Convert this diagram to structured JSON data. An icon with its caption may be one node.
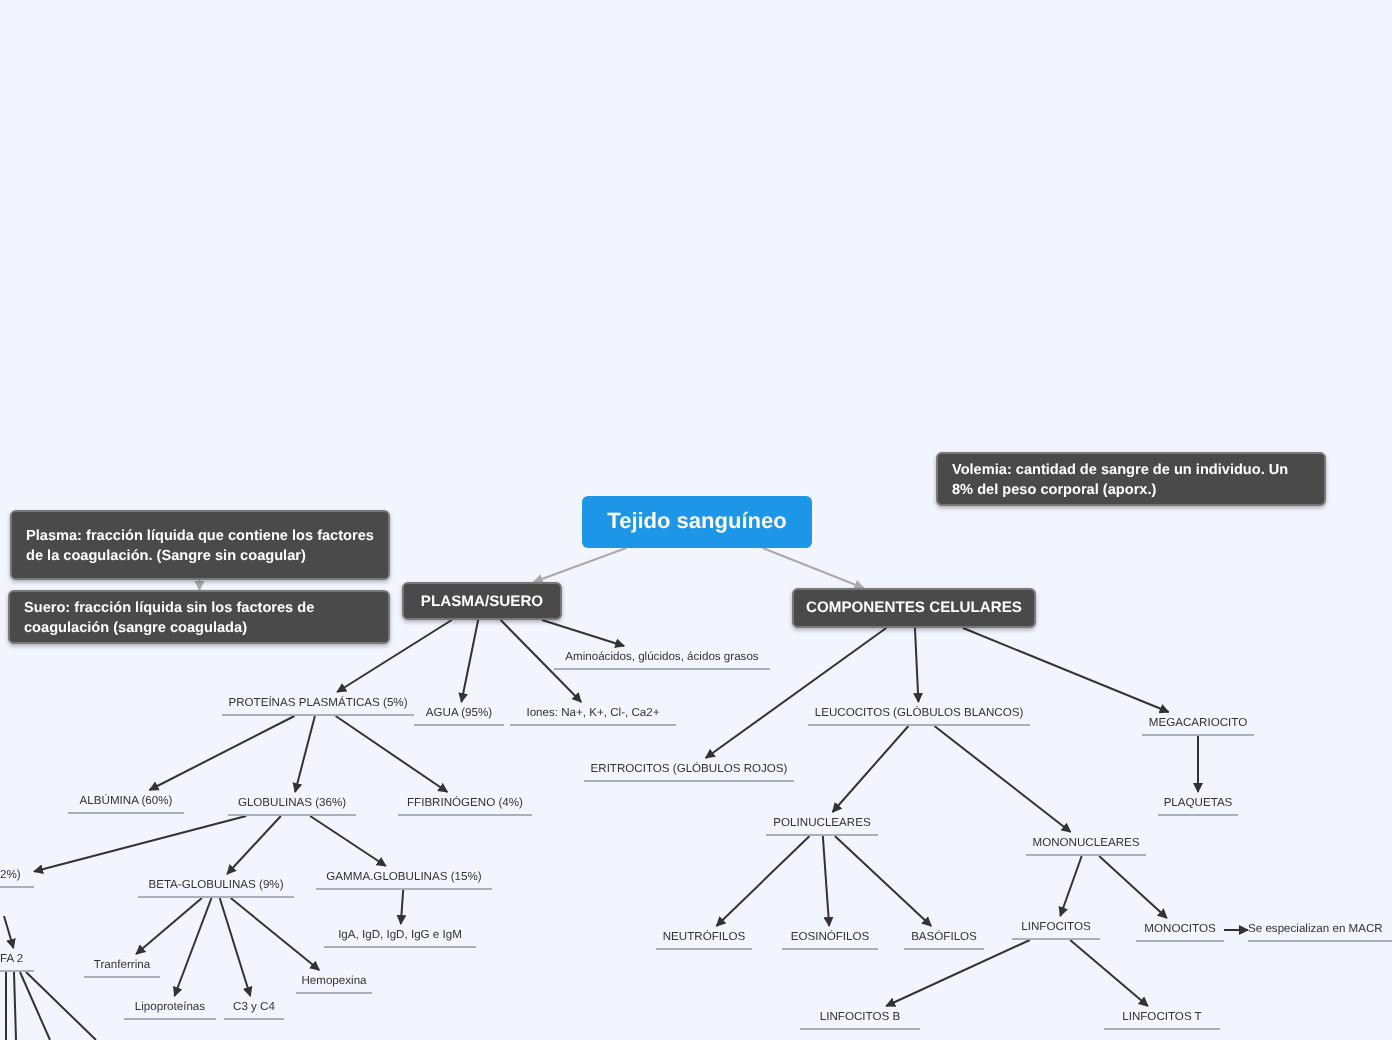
{
  "diagram": {
    "nodes": [
      {
        "text": [
          "Tejido sanguíneo"
        ]
      },
      {
        "text": [
          "Plasma: fracción líquida que contiene los factores de la coagulación. (Sangre sin coagular)"
        ]
      },
      {
        "text": [
          "Suero: fracción líquida sin los factores de coagulación (sangre coagulada)"
        ]
      },
      {
        "text": [
          "Volemia: cantidad de sangre de un individuo. Un 8% del peso corporal (aporx.)"
        ]
      },
      {
        "text": [
          "PLASMA/SUERO"
        ]
      },
      {
        "text": [
          "COMPONENTES CELULARES"
        ]
      },
      {
        "text": [
          "PROTEÍNAS PLASMÁTICAS (5%)"
        ]
      },
      {
        "text": [
          "AGUA (95%)"
        ]
      },
      {
        "text": [
          "Iones: Na+, K+, Cl-, Ca2+"
        ]
      },
      {
        "text": [
          "Aminoácidos, glúcidos, ácidos grasos"
        ]
      },
      {
        "text": [
          "ALBÚMINA (60%)"
        ]
      },
      {
        "text": [
          "GLOBULINAS (36%)"
        ]
      },
      {
        "text": [
          "FFIBRINÓGENO (4%)"
        ]
      },
      {
        "text": [
          "2%)"
        ]
      },
      {
        "text": [
          "BETA-GLOBULINAS (9%)"
        ]
      },
      {
        "text": [
          "GAMMA.GLOBULINAS (15%)"
        ]
      },
      {
        "text": [
          "IgA, IgD, IgD, IgG e IgM"
        ]
      },
      {
        "text": [
          "FA 2"
        ]
      },
      {
        "text": [
          "Tranferrina"
        ]
      },
      {
        "text": [
          "Lipoproteínas"
        ]
      },
      {
        "text": [
          "C3 y C4"
        ]
      },
      {
        "text": [
          "Hemopexina"
        ]
      },
      {
        "text": [
          "ERITROCITOS (GLÓBULOS ROJOS)"
        ]
      },
      {
        "text": [
          "LEUCOCITOS (GLÓBULOS BLANCOS)"
        ]
      },
      {
        "text": [
          "MEGACARIOCITO"
        ]
      },
      {
        "text": [
          "PLAQUETAS"
        ]
      },
      {
        "text": [
          "POLINUCLEARES"
        ]
      },
      {
        "text": [
          "MONONUCLEARES"
        ]
      },
      {
        "text": [
          "NEUTRÓFILOS"
        ]
      },
      {
        "text": [
          "EOSINÓFILOS"
        ]
      },
      {
        "text": [
          "BASÓFILOS"
        ]
      },
      {
        "text": [
          "LINFOCITOS"
        ]
      },
      {
        "text": [
          "MONOCITOS"
        ]
      },
      {
        "text": [
          "Se especializan en MACR"
        ]
      },
      {
        "text": [
          "LINFOCITOS B"
        ]
      },
      {
        "text": [
          "LINFOCITOS T"
        ]
      }
    ],
    "edges": [
      {
        "from": 0,
        "to": 4,
        "arrow": "to",
        "color": "#aaaaaa"
      },
      {
        "from": 0,
        "to": 5,
        "arrow": "to",
        "color": "#aaaaaa"
      },
      {
        "from": 1,
        "to": 2,
        "arrow": "to",
        "color": "#aaaaaa"
      },
      {
        "from": 4,
        "to": 6,
        "arrow": "to"
      },
      {
        "from": 4,
        "to": 7,
        "arrow": "to"
      },
      {
        "from": 4,
        "to": 8,
        "arrow": "to"
      },
      {
        "from": 4,
        "to": 9,
        "arrow": "to"
      },
      {
        "from": 6,
        "to": 10,
        "arrow": "to"
      },
      {
        "from": 6,
        "to": 11,
        "arrow": "to"
      },
      {
        "from": 6,
        "to": 12,
        "arrow": "to"
      },
      {
        "from": 11,
        "to": 13,
        "arrow": "to"
      },
      {
        "from": 11,
        "to": 14,
        "arrow": "to"
      },
      {
        "from": 11,
        "to": 15,
        "arrow": "to"
      },
      {
        "from": 15,
        "to": 16,
        "arrow": "to"
      },
      {
        "from": 14,
        "to": 18,
        "arrow": "to"
      },
      {
        "from": 14,
        "to": 19,
        "arrow": "to"
      },
      {
        "from": 14,
        "to": 20,
        "arrow": "to"
      },
      {
        "from": 14,
        "to": 21,
        "arrow": "to"
      },
      {
        "from": null,
        "to": 17,
        "arrow": "to"
      },
      {
        "from": 17,
        "to": null,
        "arrow": "none"
      },
      {
        "from": 17,
        "to": null,
        "arrow": "none"
      },
      {
        "from": 17,
        "to": null,
        "arrow": "none"
      },
      {
        "from": 17,
        "to": null,
        "arrow": "none"
      },
      {
        "from": 5,
        "to": 22,
        "arrow": "to"
      },
      {
        "from": 5,
        "to": 23,
        "arrow": "to"
      },
      {
        "from": 5,
        "to": 24,
        "arrow": "to"
      },
      {
        "from": 24,
        "to": 25,
        "arrow": "to"
      },
      {
        "from": 23,
        "to": 26,
        "arrow": "to"
      },
      {
        "from": 23,
        "to": 27,
        "arrow": "to"
      },
      {
        "from": 26,
        "to": 28,
        "arrow": "to"
      },
      {
        "from": 26,
        "to": 29,
        "arrow": "to"
      },
      {
        "from": 26,
        "to": 30,
        "arrow": "to"
      },
      {
        "from": 27,
        "to": 31,
        "arrow": "to"
      },
      {
        "from": 27,
        "to": 32,
        "arrow": "to"
      },
      {
        "from": 32,
        "to": 33,
        "arrow": "to"
      },
      {
        "from": 31,
        "to": 34,
        "arrow": "to"
      },
      {
        "from": 31,
        "to": 35,
        "arrow": "to"
      }
    ]
  }
}
